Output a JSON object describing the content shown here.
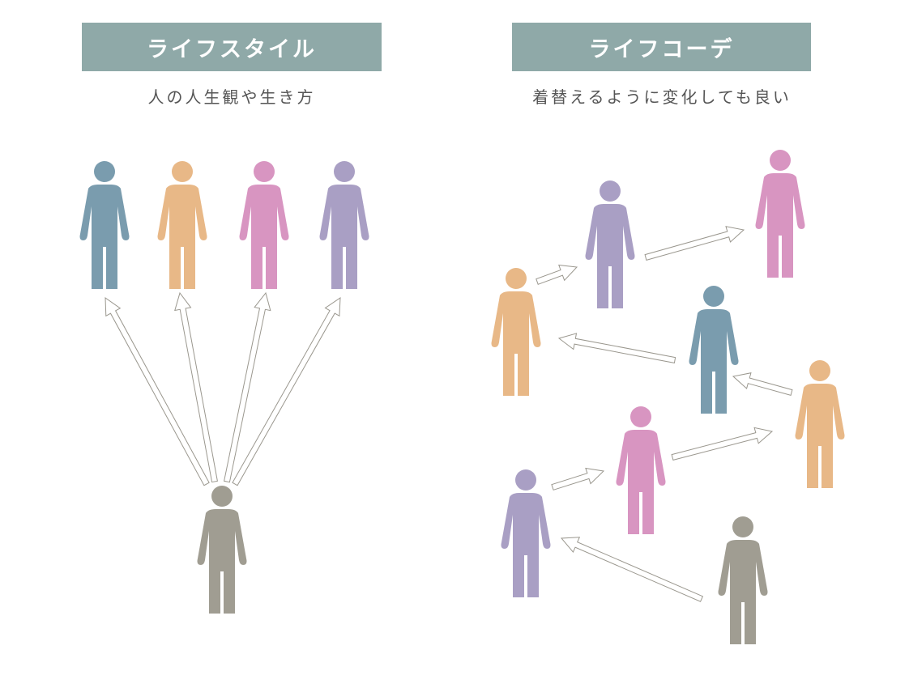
{
  "left": {
    "title": "ライフスタイル",
    "subtitle": "人の人生観や生き方"
  },
  "right": {
    "title": "ライフコーデ",
    "subtitle": "着替えるように変化しても良い"
  },
  "colors": {
    "header": "#8fa9a8",
    "blue": "#7a9cae",
    "orange": "#e8b887",
    "pink": "#d895c1",
    "purple": "#a99fc4",
    "gray": "#a09d92",
    "arrow_stroke": "#9a978e"
  }
}
